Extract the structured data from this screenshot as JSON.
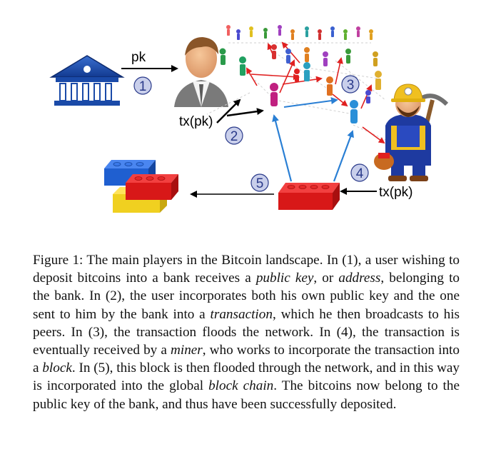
{
  "figure": {
    "labels": {
      "pk": "pk",
      "tx_left": "tx(pk)",
      "tx_right": "tx(pk)"
    },
    "step_numbers": [
      "1",
      "2",
      "3",
      "4",
      "5"
    ],
    "colors": {
      "step_circle_fill": "#c9cfeb",
      "step_circle_stroke": "#2a3a8a",
      "step_text": "#2a3a8a",
      "red_arrow": "#e02020",
      "blue_arrow": "#2a7fd4",
      "bank_blue": "#1a4aa8",
      "lego_red": "#d81818",
      "lego_blue": "#1f5fd0",
      "lego_yellow": "#f0d020"
    },
    "icons": [
      "bank-icon",
      "user-icon",
      "miner-icon",
      "lego-block-icon",
      "lego-chain-icon",
      "network-people-icon"
    ]
  },
  "caption": {
    "segments": [
      {
        "text": "Figure 1: ",
        "italic": false
      },
      {
        "text": "The main players in the Bitcoin landscape. In (1), a user wishing to deposit bitcoins into a bank receives a ",
        "italic": false
      },
      {
        "text": "public key",
        "italic": true
      },
      {
        "text": ", or ",
        "italic": false
      },
      {
        "text": "address",
        "italic": true
      },
      {
        "text": ", belonging to the bank. In (2), the user incorporates both his own public key and the one sent to him by the bank into a ",
        "italic": false
      },
      {
        "text": "transaction",
        "italic": true
      },
      {
        "text": ", which he then broadcasts to his peers. In (3), the transaction floods the network. In (4), the transaction is eventually received by a ",
        "italic": false
      },
      {
        "text": "miner",
        "italic": true
      },
      {
        "text": ", who works to incorporate the transaction into a ",
        "italic": false
      },
      {
        "text": "block",
        "italic": true
      },
      {
        "text": ". In (5), this block is then flooded through the network, and in this way is incorporated into the global ",
        "italic": false
      },
      {
        "text": "block chain",
        "italic": true
      },
      {
        "text": ". The bitcoins now belong to the public key of the bank, and thus have been successfully deposited.",
        "italic": false
      }
    ]
  }
}
